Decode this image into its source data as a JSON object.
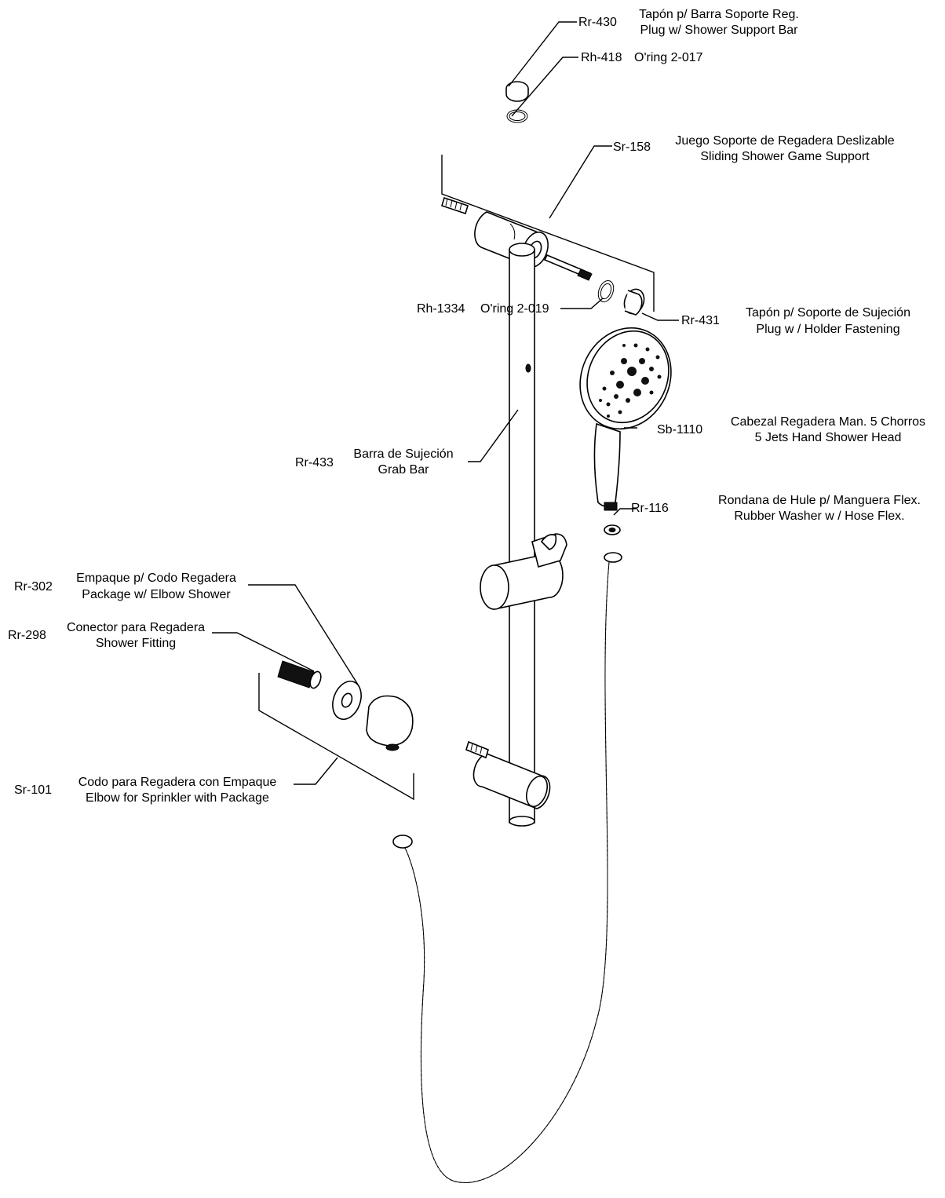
{
  "parts": [
    {
      "code": "Rr-430",
      "es": "Tapón p/ Barra Soporte Reg.",
      "en": "Plug w/ Shower Support Bar"
    },
    {
      "code": "Rh-418",
      "es": "O'ring  2-017",
      "en": ""
    },
    {
      "code": "Sr-158",
      "es": "Juego Soporte de Regadera Deslizable",
      "en": "Sliding Shower Game Support"
    },
    {
      "code": "Rh-1334",
      "es": "O'ring 2-019",
      "en": ""
    },
    {
      "code": "Rr-431",
      "es": "Tapón p/ Soporte de Sujeción",
      "en": "Plug w / Holder Fastening"
    },
    {
      "code": "Sb-1110",
      "es": "Cabezal Regadera Man. 5 Chorros",
      "en": "5 Jets Hand Shower Head"
    },
    {
      "code": "Rr-433",
      "es": "Barra de Sujeción",
      "en": "Grab Bar"
    },
    {
      "code": "Rr-116",
      "es": "Rondana de Hule p/ Manguera Flex.",
      "en": "Rubber Washer w / Hose Flex."
    },
    {
      "code": "Rr-302",
      "es": "Empaque p/ Codo Regadera",
      "en": "Package w/ Elbow Shower"
    },
    {
      "code": "Rr-298",
      "es": "Conector para Regadera",
      "en": "Shower Fitting"
    },
    {
      "code": "Sr-101",
      "es": "Codo para Regadera con Empaque",
      "en": "Elbow for Sprinkler with Package"
    }
  ]
}
